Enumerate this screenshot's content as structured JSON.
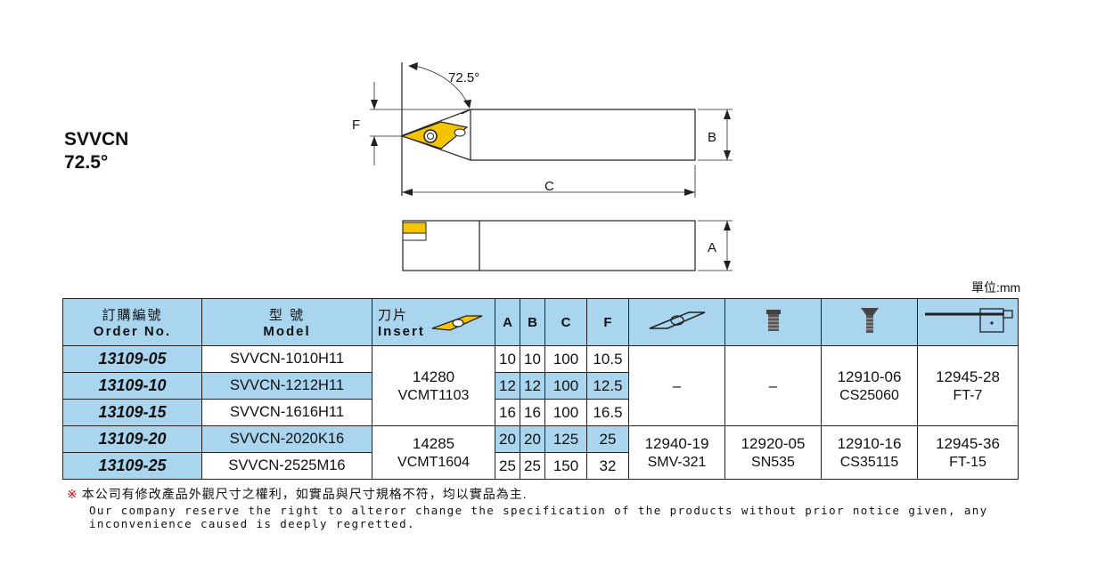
{
  "title": {
    "line1": "SVVCN",
    "line2": "72.5°"
  },
  "drawing": {
    "angle": "72.5°",
    "dim_f": "F",
    "dim_b": "B",
    "dim_c": "C",
    "dim_a": "A",
    "insert_color": "#f5c400"
  },
  "unit": "單位:mm",
  "headers": {
    "order_cn": "訂購編號",
    "order_en": "Order No.",
    "model_cn": "型 號",
    "model_en": "Model",
    "insert_cn": "刀片",
    "insert_en": "Insert",
    "a": "A",
    "b": "B",
    "c": "C",
    "f": "F",
    "icons": [
      "insert-shape-icon",
      "shim-icon",
      "screw-icon",
      "wrench-icon"
    ]
  },
  "rows": [
    {
      "order": "13109-05",
      "model": "SVVCN-1010H11",
      "a": "10",
      "b": "10",
      "c": "100",
      "f": "10.5"
    },
    {
      "order": "13109-10",
      "model": "SVVCN-1212H11",
      "a": "12",
      "b": "12",
      "c": "100",
      "f": "12.5"
    },
    {
      "order": "13109-15",
      "model": "SVVCN-1616H11",
      "a": "16",
      "b": "16",
      "c": "100",
      "f": "16.5"
    },
    {
      "order": "13109-20",
      "model": "SVVCN-2020K16",
      "a": "20",
      "b": "20",
      "c": "125",
      "f": "25"
    },
    {
      "order": "13109-25",
      "model": "SVVCN-2525M16",
      "a": "25",
      "b": "25",
      "c": "150",
      "f": "32"
    }
  ],
  "groups": {
    "g1": {
      "insert_code": "14280",
      "insert_name": "VCMT1103",
      "shim": "–",
      "shim_screw": "–",
      "screw_code": "12910-06",
      "screw_name": "CS25060",
      "wrench_code": "12945-28",
      "wrench_name": "FT-7"
    },
    "g2": {
      "insert_code": "14285",
      "insert_name": "VCMT1604",
      "shim_code": "12940-19",
      "shim_name": "SMV-321",
      "shim_screw_code": "12920-05",
      "shim_screw_name": "SN535",
      "screw_code": "12910-16",
      "screw_name": "CS35115",
      "wrench_code": "12945-36",
      "wrench_name": "FT-15"
    }
  },
  "notes": {
    "mark": "※",
    "cn": "本公司有修改產品外觀尺寸之權利，如實品與尺寸規格不符，均以實品為主.",
    "en": "Our company reserve the right to alteror change the specification of the products without prior notice given, any inconvenience caused is deeply regretted."
  }
}
